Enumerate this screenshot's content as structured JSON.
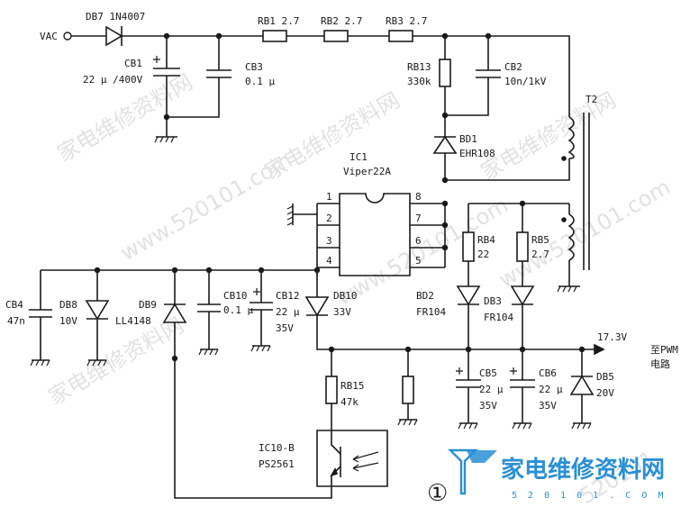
{
  "watermarks": [
    "家电维修资料网",
    "www.520101.com",
    "家电维修资料网",
    "www.520101.com",
    "家电维修资料网",
    "www.520101.com",
    "家电维修资料网",
    "520101"
  ],
  "logo": {
    "text": "家电维修资料网",
    "url": "5 2 0 1 0 1 . C O M"
  },
  "figure_number": "①",
  "input_label": "VAC",
  "ic1": {
    "ref": "IC1",
    "model": "Viper22A",
    "pins": [
      "1",
      "2",
      "3",
      "4",
      "5",
      "6",
      "7",
      "8"
    ]
  },
  "labels": {
    "db7": "DB7 1N4007",
    "rb1": "RB1 2.7",
    "rb2": "RB2 2.7",
    "rb3": "RB3 2.7",
    "cb1_ref": "CB1",
    "cb1_val": "22 μ /400V",
    "cb3_ref": "CB3",
    "cb3_val": "0.1 μ",
    "rb13_ref": "RB13",
    "rb13_val": "330k",
    "cb2_ref": "CB2",
    "cb2_val": "10n/1kV",
    "bd1_ref": "BD1",
    "bd1_val": "EHR108",
    "t2": "T2",
    "rb4_ref": "RB4",
    "rb4_val": "22",
    "rb5_ref": "RB5",
    "rb5_val": "2.7",
    "bd2_ref": "BD2",
    "bd2_val": "FR104",
    "db3_ref": "DB3",
    "db3_val": "FR104",
    "v17": "17.3V",
    "pwm1": "至PWM",
    "pwm2": "电路",
    "cb4_ref": "CB4",
    "cb4_val": "47n",
    "db8_ref": "DB8",
    "db8_val": "10V",
    "db9_ref": "DB9",
    "db9_val": "LL4148",
    "cb10_ref": "CB10",
    "cb10_val": "0.1 μ",
    "cb12_ref": "CB12",
    "cb12_v1": "22 μ",
    "cb12_v2": "35V",
    "db10_ref": "DB10",
    "db10_val": "33V",
    "cb5_ref": "CB5",
    "cb5_v1": "22 μ",
    "cb5_v2": "35V",
    "cb6_ref": "CB6",
    "cb6_v1": "22 μ",
    "cb6_v2": "35V",
    "db5_ref": "DB5",
    "db5_val": "20V",
    "rb15_ref": "RB15",
    "rb15_val": "47k",
    "ic10_ref": "IC10-B",
    "ic10_val": "PS2561"
  }
}
